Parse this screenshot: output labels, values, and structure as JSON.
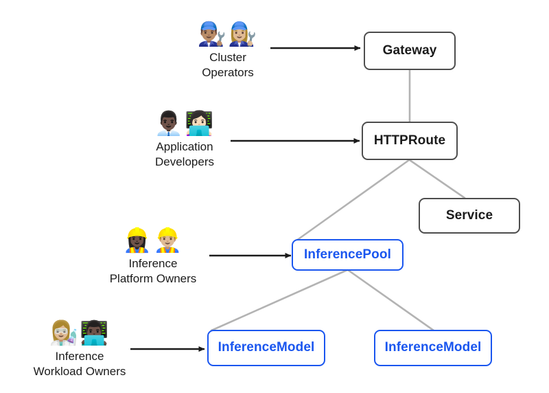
{
  "diagram": {
    "title": "Gateway API Inference Extension resource model",
    "background_color": "#ffffff",
    "colors": {
      "core_border": "#4d4d4d",
      "core_text": "#1b1b1b",
      "inference_border": "#1a56ef",
      "inference_text": "#1a56ef",
      "edge_line": "#b3b3b3",
      "arrow": "#1b1b1b"
    }
  },
  "nodes": [
    {
      "id": "gateway",
      "label": "Gateway",
      "kind": "core"
    },
    {
      "id": "httproute",
      "label": "HTTPRoute",
      "kind": "core"
    },
    {
      "id": "service",
      "label": "Service",
      "kind": "core"
    },
    {
      "id": "inferencepool",
      "label": "InferencePool",
      "kind": "inference"
    },
    {
      "id": "inferencemodel_left",
      "label": "InferenceModel",
      "kind": "inference"
    },
    {
      "id": "inferencemodel_right",
      "label": "InferenceModel",
      "kind": "inference"
    }
  ],
  "personas": [
    {
      "id": "cluster_operators",
      "name": "Cluster\nOperators",
      "emojis": "👨🏽‍🔧👩🏼‍🔧",
      "icon_names": [
        "mechanic-man-icon",
        "mechanic-woman-icon"
      ],
      "targets": "gateway"
    },
    {
      "id": "application_developers",
      "name": "Application\nDevelopers",
      "emojis": "👨🏿‍💼👩🏻‍💻",
      "icon_names": [
        "office-worker-icon",
        "technologist-woman-icon"
      ],
      "targets": "httproute"
    },
    {
      "id": "inference_platform_owners",
      "name": "Inference\nPlatform Owners",
      "emojis": "👷🏿‍♀️👷🏼‍♂️",
      "icon_names": [
        "construction-worker-woman-icon",
        "construction-worker-man-icon"
      ],
      "targets": "inferencepool"
    },
    {
      "id": "inference_workload_owners",
      "name": "Inference\nWorkload Owners",
      "emojis": "👩🏼‍🔬👨🏿‍💻",
      "icon_names": [
        "scientist-woman-icon",
        "technologist-man-icon"
      ],
      "targets": "inferencemodel_left"
    }
  ],
  "edges": [
    {
      "id": "gateway-httproute",
      "from": "gateway",
      "to": "httproute",
      "style": "link"
    },
    {
      "id": "httproute-inferencepool",
      "from": "httproute",
      "to": "inferencepool",
      "style": "link"
    },
    {
      "id": "httproute-service",
      "from": "httproute",
      "to": "service",
      "style": "link"
    },
    {
      "id": "inferencepool-model-left",
      "from": "inferencepool",
      "to": "inferencemodel_left",
      "style": "link"
    },
    {
      "id": "inferencepool-model-right",
      "from": "inferencepool",
      "to": "inferencemodel_right",
      "style": "link"
    }
  ],
  "arrows": [
    {
      "id": "arrow-cluster-operators",
      "from": "cluster_operators",
      "to": "gateway"
    },
    {
      "id": "arrow-application-developers",
      "from": "application_developers",
      "to": "httproute"
    },
    {
      "id": "arrow-inference-platform-owners",
      "from": "inference_platform_owners",
      "to": "inferencepool"
    },
    {
      "id": "arrow-inference-workload-owners",
      "from": "inference_workload_owners",
      "to": "inferencemodel_left"
    }
  ]
}
